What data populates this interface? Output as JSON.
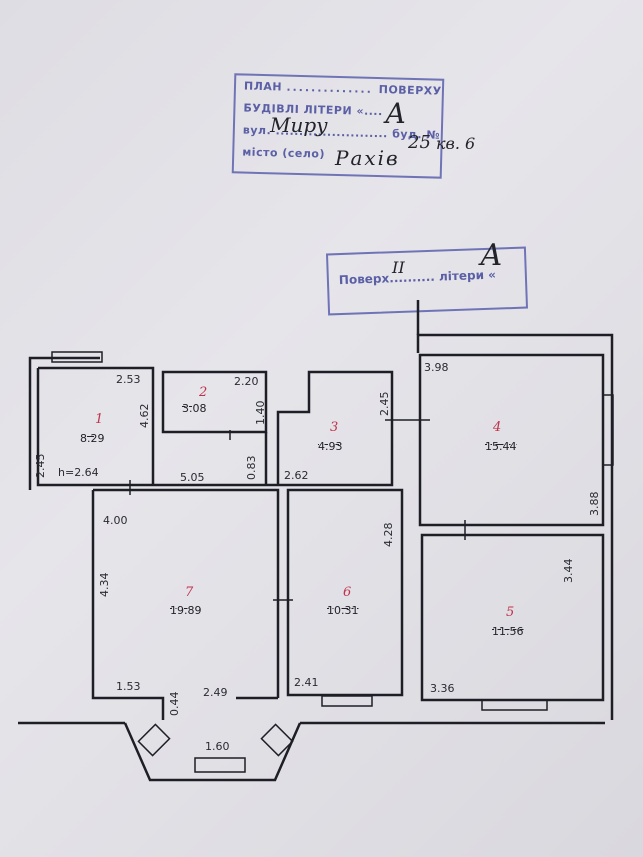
{
  "stamp_plan": {
    "line1_left": "ПЛАН",
    "line1_right": "ПОВЕРХУ",
    "line2": "БУДІВЛІ ЛІТЕРИ «....",
    "line3_label": "вул.",
    "line3_house_label": "буд. №",
    "line4_label": "місто (село)"
  },
  "stamp_floor": {
    "label_floor": "Поверх",
    "label_letter": "літери «",
    "floor_value": "II",
    "letter_value": "А"
  },
  "handwritten": {
    "letter": "А",
    "street": "Миру",
    "house": "25",
    "apartment": "кв. 6",
    "city": "Рахів"
  },
  "rooms": [
    {
      "num": "1",
      "area": "8.29"
    },
    {
      "num": "2",
      "area": "3.08"
    },
    {
      "num": "3",
      "area": "4.93"
    },
    {
      "num": "4",
      "area": "15.44"
    },
    {
      "num": "5",
      "area": "11.56"
    },
    {
      "num": "6",
      "area": "10.31"
    },
    {
      "num": "7",
      "area": "19.89"
    }
  ],
  "dimensions": {
    "d_2_53": "2.53",
    "d_4_62": "4.62",
    "d_2_45a": "2.45",
    "d_h_2_64": "h=2.64",
    "d_2_20": "2.20",
    "d_1_40": "1.40",
    "d_0_83": "0.83",
    "d_2_45b": "2.45",
    "d_2_62": "2.62",
    "d_5_05": "5.05",
    "d_3_98": "3.98",
    "d_3_88": "3.88",
    "d_4_00": "4.00",
    "d_4_34": "4.34",
    "d_4_28": "4.28",
    "d_3_44": "3.44",
    "d_1_53": "1.53",
    "d_0_44": "0.44",
    "d_2_49": "2.49",
    "d_2_41": "2.41",
    "d_3_36": "3.36",
    "d_1_60": "1.60"
  }
}
